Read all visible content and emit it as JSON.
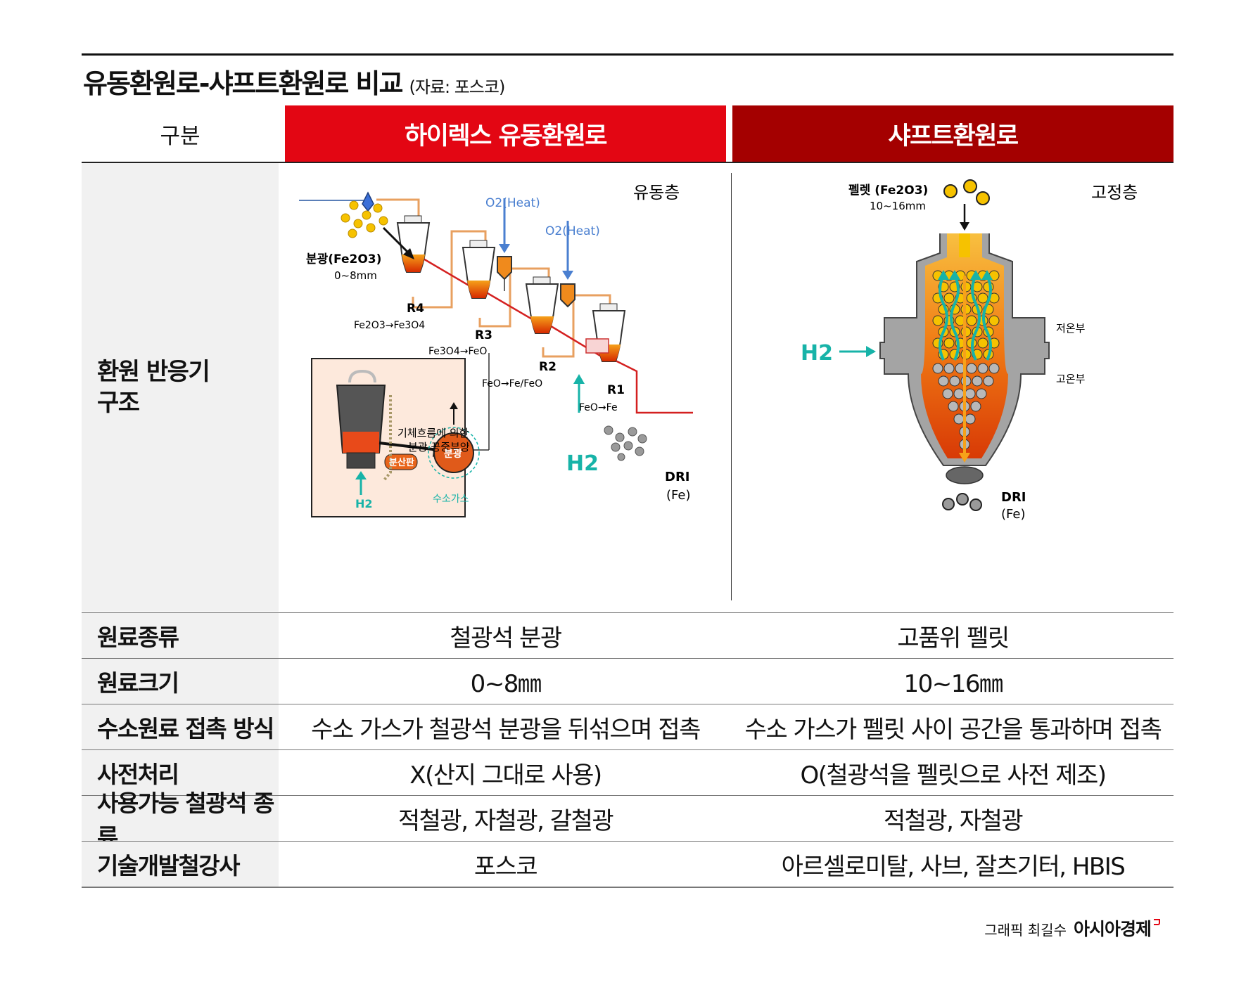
{
  "title": "유동환원로-샤프트환원로 비교",
  "source": "(자료: 포스코)",
  "header": {
    "category_label": "구분",
    "col_a": "하이렉스 유동환원로",
    "col_b": "샤프트환원로"
  },
  "structure": {
    "label_line1": "환원 반응기",
    "label_line2": "구조",
    "fluid": {
      "bed_label": "유동층",
      "o2_heat": "O2(Heat)",
      "ore_label": "분광(Fe2O3)",
      "ore_size": "0~8mm",
      "r4": "R4",
      "r4_reaction": "Fe2O3→Fe3O4",
      "r3": "R3",
      "r3_reaction": "Fe3O4→FeO",
      "r2": "R2",
      "r2_reaction": "FeO→Fe/FeO",
      "r1": "R1",
      "r1_reaction": "FeO→Fe",
      "h2": "H2",
      "dri": "DRI",
      "fe": "(Fe)",
      "inset_caption_1": "기체흐름에 의한",
      "inset_caption_2": "분광 공중부양",
      "distributor": "분산판",
      "fine_ore": "분광",
      "h2_small": "H2",
      "hydrogen_gas": "수소가스"
    },
    "shaft": {
      "bed_label": "고정층",
      "pellet_label": "펠렛 (Fe2O3)",
      "pellet_size": "10~16mm",
      "low_temp": "저온부",
      "high_temp": "고온부",
      "h2": "H2",
      "dri": "DRI",
      "fe": "(Fe)"
    }
  },
  "rows": [
    {
      "label": "원료종류",
      "a": "철광석 분광",
      "b": "고품위 펠릿"
    },
    {
      "label": "원료크기",
      "a": "0~8㎜",
      "b": "10~16㎜"
    },
    {
      "label": "수소원료 접촉 방식",
      "a": "수소 가스가 철광석 분광을 뒤섞으며 접촉",
      "b": "수소 가스가 펠릿 사이 공간을 통과하며 접촉"
    },
    {
      "label": "사전처리",
      "a": "X(산지 그대로 사용)",
      "b": "O(철광석을 펠릿으로 사전 제조)"
    },
    {
      "label": "사용가능 철광석 종류",
      "a": "적철광, 자철광, 갈철광",
      "b": "적철광, 자철광"
    },
    {
      "label": "기술개발철강사",
      "a": "포스코",
      "b": "아르셀로미탈, 사브, 잘츠기터, HBIS"
    }
  ],
  "credit": {
    "graphic": "그래픽 최길수",
    "brand": "아시아경제"
  },
  "colors": {
    "hot_red": "#e30613",
    "dark_red": "#a40000",
    "h2_teal": "#17b3a8",
    "o2_blue": "#4a7fd0",
    "ore_yellow": "#f6c200"
  }
}
